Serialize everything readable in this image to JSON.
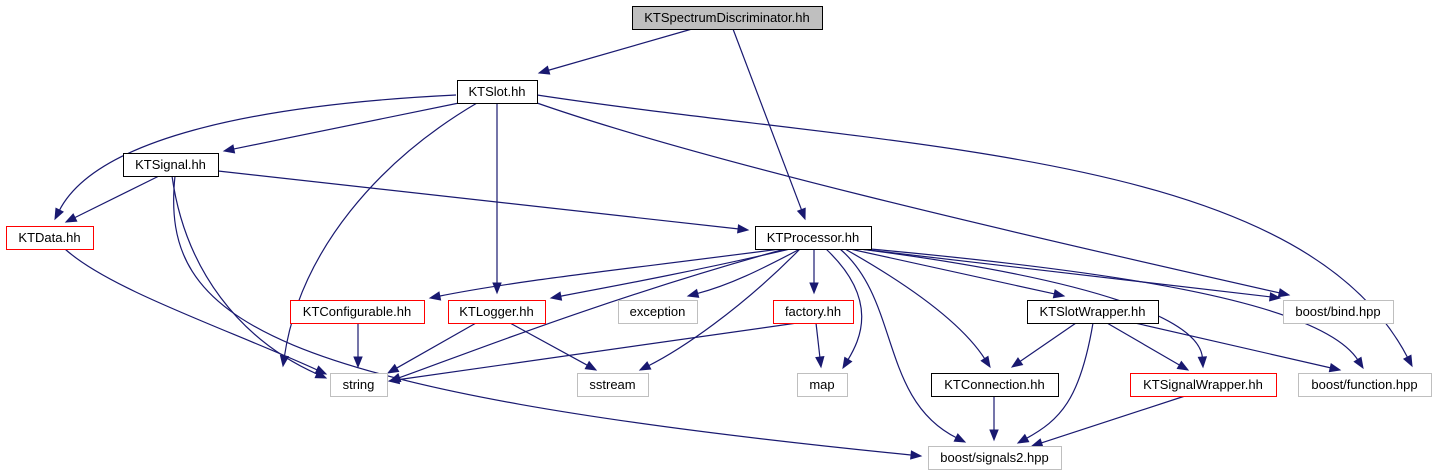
{
  "diagram": {
    "colors": {
      "edge": "#191970",
      "root_fill": "#bfbfbf",
      "border_plain": "#000000",
      "border_truncated": "#ff0000",
      "border_external": "#bfbfbf"
    },
    "nodes": [
      {
        "id": "n0",
        "label": "KTSpectrumDiscriminator.hh",
        "style": "root"
      },
      {
        "id": "n1",
        "label": "KTSlot.hh",
        "style": "plain"
      },
      {
        "id": "n2",
        "label": "KTSignal.hh",
        "style": "plain"
      },
      {
        "id": "n3",
        "label": "KTData.hh",
        "style": "truncated"
      },
      {
        "id": "n4",
        "label": "KTProcessor.hh",
        "style": "plain"
      },
      {
        "id": "n5",
        "label": "KTConfigurable.hh",
        "style": "truncated"
      },
      {
        "id": "n6",
        "label": "KTLogger.hh",
        "style": "truncated"
      },
      {
        "id": "n7",
        "label": "exception",
        "style": "external"
      },
      {
        "id": "n8",
        "label": "factory.hh",
        "style": "truncated"
      },
      {
        "id": "n9",
        "label": "KTSlotWrapper.hh",
        "style": "plain"
      },
      {
        "id": "n10",
        "label": "boost/bind.hpp",
        "style": "external"
      },
      {
        "id": "n11",
        "label": "string",
        "style": "external"
      },
      {
        "id": "n12",
        "label": "sstream",
        "style": "external"
      },
      {
        "id": "n13",
        "label": "map",
        "style": "external"
      },
      {
        "id": "n14",
        "label": "KTConnection.hh",
        "style": "plain"
      },
      {
        "id": "n15",
        "label": "KTSignalWrapper.hh",
        "style": "truncated"
      },
      {
        "id": "n16",
        "label": "boost/function.hpp",
        "style": "external"
      },
      {
        "id": "n17",
        "label": "boost/signals2.hpp",
        "style": "external"
      }
    ],
    "edges": [
      {
        "from": "n0",
        "to": "n1"
      },
      {
        "from": "n0",
        "to": "n4"
      },
      {
        "from": "n1",
        "to": "n2"
      },
      {
        "from": "n1",
        "to": "n3"
      },
      {
        "from": "n1",
        "to": "n6"
      },
      {
        "from": "n1",
        "to": "n11"
      },
      {
        "from": "n1",
        "to": "n10"
      },
      {
        "from": "n1",
        "to": "n16"
      },
      {
        "from": "n2",
        "to": "n3"
      },
      {
        "from": "n2",
        "to": "n4"
      },
      {
        "from": "n2",
        "to": "n11"
      },
      {
        "from": "n2",
        "to": "n17"
      },
      {
        "from": "n3",
        "to": "n11"
      },
      {
        "from": "n4",
        "to": "n5"
      },
      {
        "from": "n4",
        "to": "n6"
      },
      {
        "from": "n4",
        "to": "n7"
      },
      {
        "from": "n4",
        "to": "n8"
      },
      {
        "from": "n4",
        "to": "n9"
      },
      {
        "from": "n4",
        "to": "n10"
      },
      {
        "from": "n4",
        "to": "n11"
      },
      {
        "from": "n4",
        "to": "n12"
      },
      {
        "from": "n4",
        "to": "n13"
      },
      {
        "from": "n4",
        "to": "n14"
      },
      {
        "from": "n4",
        "to": "n15"
      },
      {
        "from": "n4",
        "to": "n16"
      },
      {
        "from": "n4",
        "to": "n17"
      },
      {
        "from": "n5",
        "to": "n11"
      },
      {
        "from": "n6",
        "to": "n11"
      },
      {
        "from": "n6",
        "to": "n12"
      },
      {
        "from": "n8",
        "to": "n11"
      },
      {
        "from": "n8",
        "to": "n13"
      },
      {
        "from": "n9",
        "to": "n14"
      },
      {
        "from": "n9",
        "to": "n15"
      },
      {
        "from": "n9",
        "to": "n16"
      },
      {
        "from": "n9",
        "to": "n17"
      },
      {
        "from": "n14",
        "to": "n17"
      },
      {
        "from": "n15",
        "to": "n17"
      }
    ]
  }
}
